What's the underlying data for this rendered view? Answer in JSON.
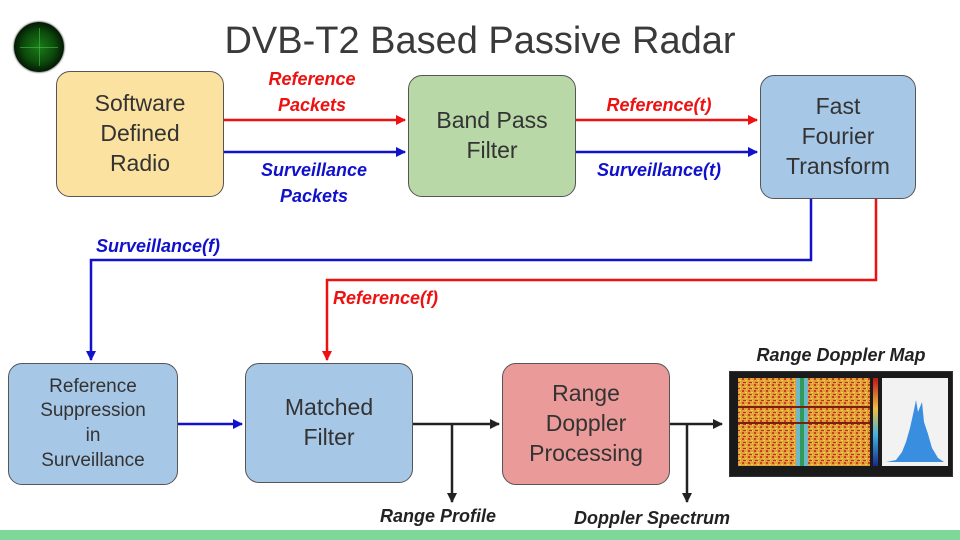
{
  "title": "DVB-T2 Based Passive Radar",
  "blocks": {
    "sdr": "Software\nDefined\nRadio",
    "bpf": "Band Pass\nFilter",
    "fft": "Fast\nFourier\nTransform",
    "rsp": "Reference\nSuppression\nin\nSurveillance",
    "mf": "Matched\nFilter",
    "rdp": "Range\nDoppler\nProcessing"
  },
  "signals": {
    "ref_packets": "Reference\nPackets",
    "surv_packets": "Surveillance\nPackets",
    "ref_t": "Reference(t)",
    "surv_t": "Surveillance(t)",
    "surv_f": "Surveillance(f)",
    "ref_f": "Reference(f)"
  },
  "outputs": {
    "range_doppler_map": "Range Doppler Map",
    "range_profile": "Range Profile",
    "doppler_spectrum": "Doppler Spectrum"
  },
  "colors": {
    "reference": "#ee1111",
    "surveillance": "#1111cc",
    "output": "#222222"
  },
  "icons": {
    "logo": "radar-scope-icon"
  }
}
